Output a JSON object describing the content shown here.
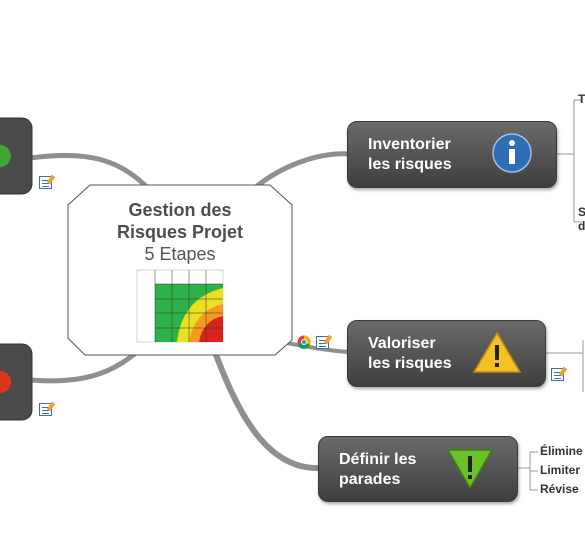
{
  "central": {
    "title_line1": "Gestion des",
    "title_line2": "Risques Projet",
    "subtitle": "5 Etapes"
  },
  "topics": {
    "inventorier": {
      "line1": "Inventorier",
      "line2": "les risques"
    },
    "valoriser": {
      "line1": "Valoriser",
      "line2": "les risques"
    },
    "definir": {
      "line1": "Définir les",
      "line2": "parades"
    }
  },
  "right_edge_fragments": {
    "t": "T",
    "s": "S",
    "d": "d"
  },
  "subtopics_definir": [
    "Élimine",
    "Limiter",
    "Révise"
  ],
  "colors": {
    "node_top": "#6a6a6a",
    "node_bottom": "#3f3f3f",
    "connector": "#8f8f8f",
    "info_blue": "#2e6db4",
    "warning_yellow": "#f3c025",
    "check_green": "#6cc02a",
    "left_green": "#3fa535",
    "left_red": "#d9381e"
  }
}
